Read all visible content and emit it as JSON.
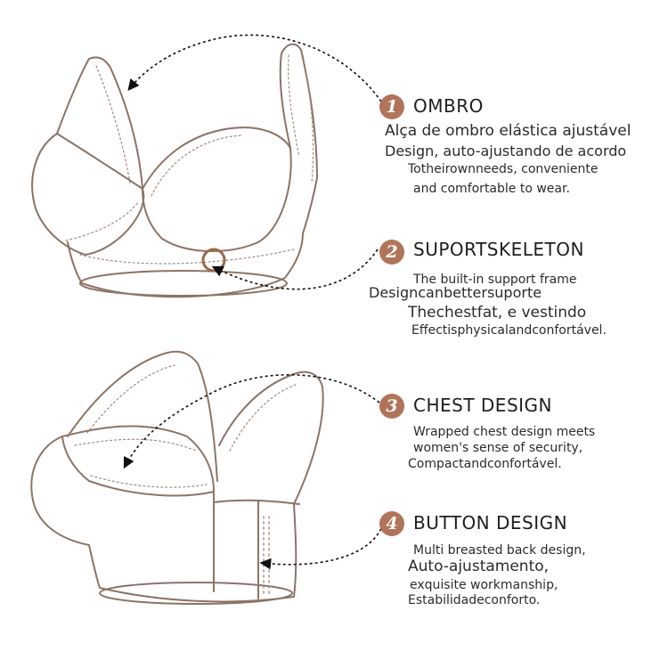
{
  "colors": {
    "accent": "#b0745a",
    "outline": "#8c7466",
    "stitch": "#a08a7c"
  },
  "features": [
    {
      "number": "1",
      "title": "OMBRO",
      "lines": [
        "Alça de ombro elástica ajustável",
        "Design, auto-ajustando de acordo",
        "Totheirownneeds, conveniente",
        "and comfortable to wear."
      ]
    },
    {
      "number": "2",
      "title": "SUPORTSKELETON",
      "lines": [
        "The built-in support frame",
        "Designcanbettersuporte",
        "Thechestfat, e vestindo",
        "Effectisphysicalandconfortável."
      ]
    },
    {
      "number": "3",
      "title": "CHEST DESIGN",
      "lines": [
        "Wrapped chest design meets",
        "women's sense of security,",
        "Compactandconfortável."
      ]
    },
    {
      "number": "4",
      "title": "BUTTON DESIGN",
      "lines": [
        "Multi breasted back design,",
        "Auto-ajustamento,",
        "exquisite workmanship,",
        "Estabilidadeconforto."
      ]
    }
  ]
}
